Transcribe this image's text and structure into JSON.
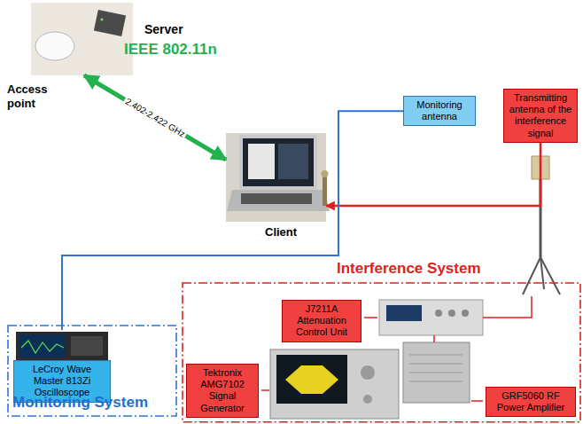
{
  "diagram": {
    "nodes": [
      {
        "text": [
          "Server",
          "Access point"
        ]
      },
      {
        "text": [
          "Client"
        ]
      },
      {
        "text": [
          "Monitoring antenna"
        ]
      },
      {
        "text": [
          "Monitoring System"
        ]
      },
      {
        "text": [
          "LeCroy Wave Master 813Zi Oscilloscope"
        ],
        "in": 3
      },
      {
        "text": [
          "Interference System"
        ]
      },
      {
        "text": [
          "J7211A Attenuation Control Unit"
        ],
        "in": 5
      },
      {
        "text": [
          "Tektronix AMG7102 Signal Generator"
        ],
        "in": 5
      },
      {
        "text": [
          "GRF5060 RF Power Amplifier"
        ],
        "in": 5
      },
      {
        "text": [
          "Transmitting antenna of the interference signal"
        ]
      }
    ],
    "edges": [
      {
        "from": 0,
        "to": 1,
        "arrow": "both",
        "label": "2.402-2.422 GHz"
      },
      {
        "from": 9,
        "to": 1,
        "arrow": "to"
      },
      {
        "from": 2,
        "to": 4,
        "arrow": "none"
      }
    ],
    "labels": [
      "IEEE 802.11n"
    ]
  }
}
